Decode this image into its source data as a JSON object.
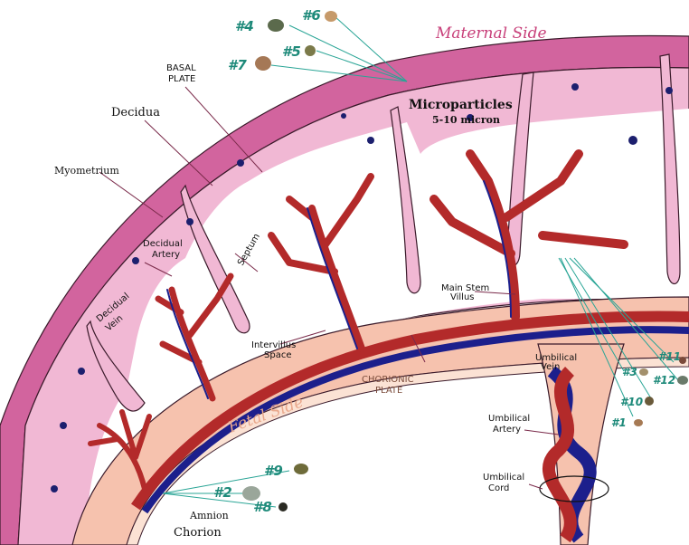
{
  "labels": {
    "maternal_side": "Maternal Side",
    "fetal_side": "Fetal Side",
    "basal_plate_line1": "BASAL",
    "basal_plate_line2": "PLATE",
    "decidua": "Decidua",
    "myometrium": "Myometrium",
    "decidual_artery_line1": "Decidual",
    "decidual_artery_line2": "Artery",
    "decidual_vein_line1": "Decidual",
    "decidual_vein_line2": "Vein",
    "septum": "Septum",
    "intervillus_line1": "Intervillus",
    "intervillus_line2": "Space",
    "main_stem_line1": "Main Stem",
    "main_stem_line2": "Villus",
    "chorionic_line1": "CHORIONIC",
    "chorionic_line2": "PLATE",
    "umbilical_vein_line1": "Umbilical",
    "umbilical_vein_line2": "Vein",
    "umbilical_artery_line1": "Umbilical",
    "umbilical_artery_line2": "Artery",
    "umbilical_cord_line1": "Umbilical",
    "umbilical_cord_line2": "Cord",
    "amnion": "Amnion",
    "chorion": "Chorion",
    "microparticles_line1": "Microparticles",
    "microparticles_line2": "5-10 micron"
  },
  "particle_labels": {
    "p1": "#1",
    "p2": "#2",
    "p3": "#3",
    "p4": "#4",
    "p5": "#5",
    "p6": "#6",
    "p7": "#7",
    "p8": "#8",
    "p9": "#9",
    "p10": "#10",
    "p11": "#11",
    "p12": "#12"
  },
  "colors": {
    "myometrium": "#d2649e",
    "decidua": "#f1b8d4",
    "chorionic_plate": "#f6c2ae",
    "villus_artery": "#b32a2a",
    "villus_vein": "#1c1f8c",
    "particle_line": "#2aa596",
    "dark_spots": "#1c1f6e"
  }
}
